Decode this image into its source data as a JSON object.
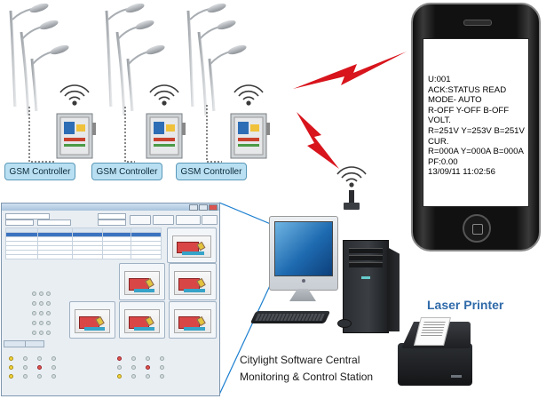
{
  "gsm_controllers": [
    {
      "label": "GSM Controller"
    },
    {
      "label": "GSM Controller"
    },
    {
      "label": "GSM Controller"
    }
  ],
  "phone_screen": {
    "lines": [
      "U:001",
      "ACK:STATUS READ",
      "MODE- AUTO",
      "R-OFF Y-OFF B-OFF",
      "VOLT.",
      "R=251V Y=253V B=251V",
      "CUR.",
      "R=000A Y=000A B=000A",
      "PF:0.00",
      "13/09/11 11:02:56"
    ]
  },
  "printer": {
    "label": "Laser Printer"
  },
  "station": {
    "caption_line1": "Citylight Software Central",
    "caption_line2": "Monitoring & Control Station"
  },
  "colors": {
    "signal_red": "#d8141c",
    "gsm_label_bg": "#b9e0f2",
    "printer_label": "#2f6aa9",
    "callout_blue": "#1c7fd0"
  }
}
